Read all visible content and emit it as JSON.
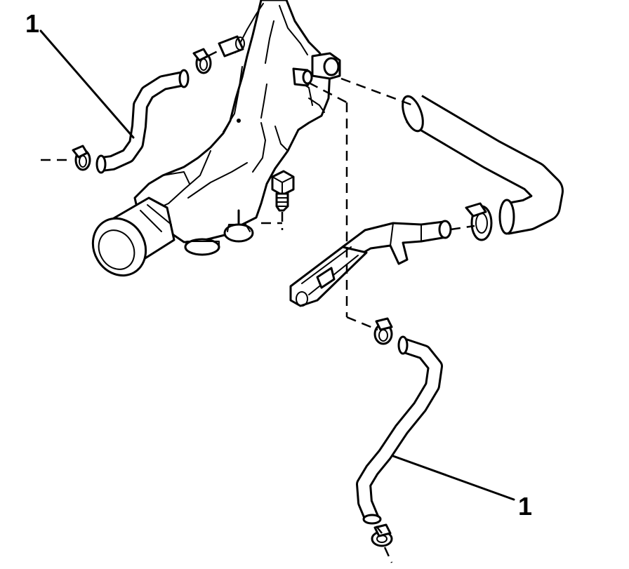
{
  "diagram": {
    "callouts": [
      {
        "id": "upper-left",
        "label": "1"
      },
      {
        "id": "lower-right",
        "label": "1"
      }
    ],
    "line_color": "#000000",
    "background": "#ffffff"
  }
}
